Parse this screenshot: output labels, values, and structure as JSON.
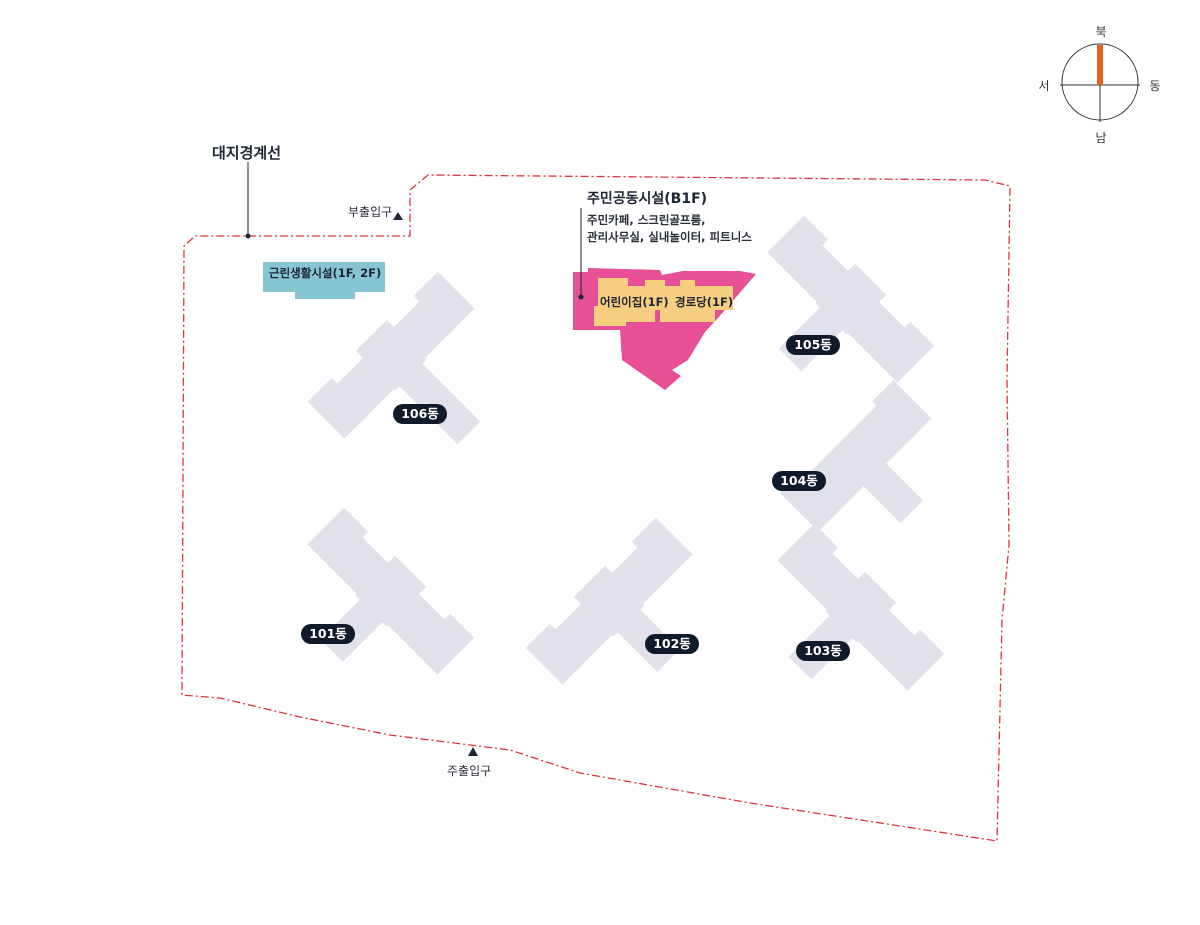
{
  "labels": {
    "boundary": "대지경계선",
    "sub_entrance": "부출입구",
    "main_entrance": "주출입구",
    "community_title": "주민공동시설(B1F)",
    "community_line1": "주민카페, 스크린골프룸,",
    "community_line2": "관리사무실, 실내놀이터, 피트니스",
    "neighborhood": "근린생활시설(1F, 2F)",
    "daycare": "어린이집(1F)",
    "senior_center": "경로당(1F)"
  },
  "buildings": [
    "101동",
    "102동",
    "103동",
    "104동",
    "105동",
    "106동"
  ],
  "compass": {
    "north": "북",
    "south": "남",
    "west": "서",
    "east": "동"
  },
  "colors": {
    "boundary": "#e2333c",
    "building": "#e2e2ec",
    "neighborhood": "#86c6d2",
    "community": "#e74f96",
    "kids_senior": "#f5ce7f",
    "label_badge": "#0f1b2b",
    "compass_needle": "#e2621f"
  }
}
